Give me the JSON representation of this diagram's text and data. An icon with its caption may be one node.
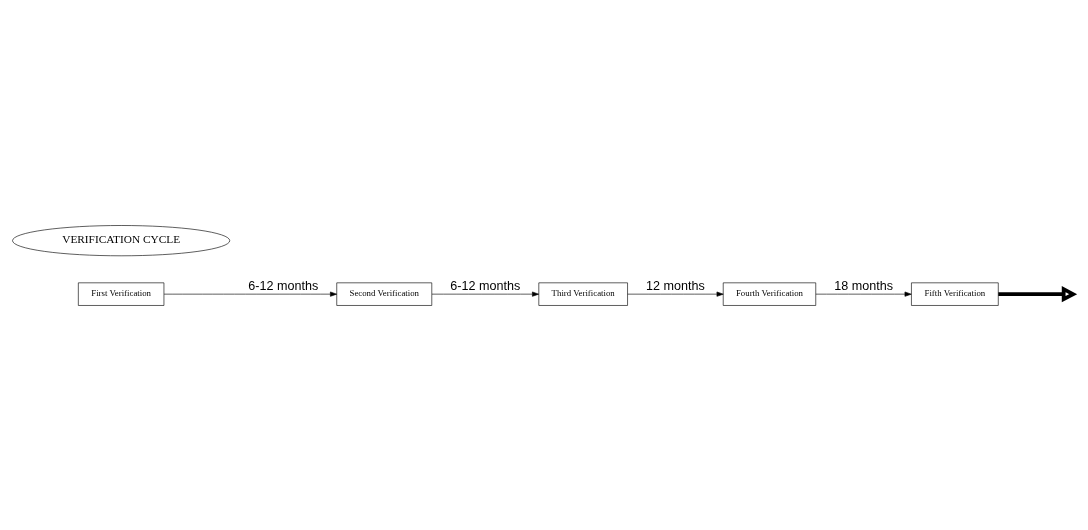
{
  "diagram": {
    "nodes": [
      {
        "text": [
          "First Verification"
        ]
      },
      {
        "text": [
          "Second Verification"
        ]
      },
      {
        "text": [
          "Third Verification"
        ]
      },
      {
        "text": [
          "Fourth Verification"
        ]
      },
      {
        "text": [
          "Fifth Verification"
        ]
      },
      {
        "text": [
          "VERIFICATION CYCLE"
        ]
      }
    ],
    "edges": [
      {
        "from": 0,
        "to": 1,
        "arrow": "to",
        "label": "6-12 months"
      },
      {
        "from": 1,
        "to": 2,
        "arrow": "to",
        "label": "6-12 months"
      },
      {
        "from": 2,
        "to": 3,
        "arrow": "to",
        "label": "12 months"
      },
      {
        "from": 3,
        "to": 4,
        "arrow": "to",
        "label": "18 months"
      },
      {
        "from": 4,
        "to": null,
        "arrow": "to",
        "style": "thick"
      }
    ]
  }
}
